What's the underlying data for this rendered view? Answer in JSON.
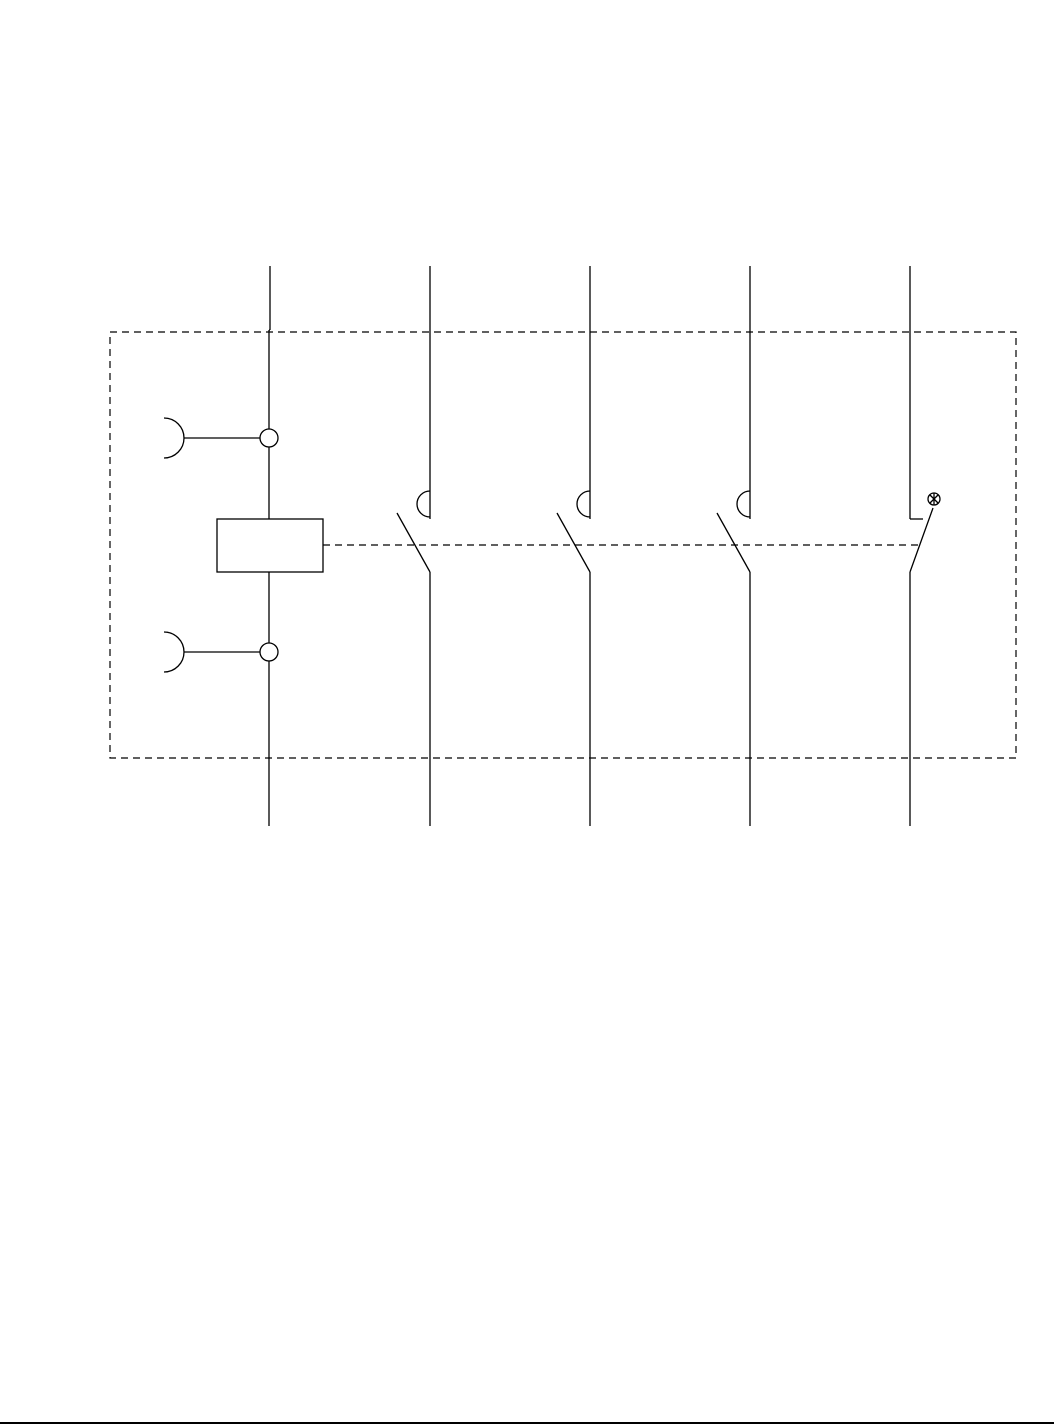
{
  "diagram": {
    "type": "circuit-schematic",
    "line_color": "#000000",
    "background": "#ffffff",
    "components": [
      {
        "kind": "coil",
        "name": "relay-coil"
      },
      {
        "kind": "terminal-pair",
        "name": "coil-terminals"
      },
      {
        "kind": "normally-open-contact",
        "name": "power-contact",
        "count": 3
      },
      {
        "kind": "normally-closed-contact",
        "name": "auxiliary-contact",
        "count": 1
      },
      {
        "kind": "mechanical-linkage",
        "name": "actuator-link",
        "style": "dashed"
      },
      {
        "kind": "enclosure",
        "name": "device-boundary",
        "style": "dashed"
      }
    ]
  }
}
